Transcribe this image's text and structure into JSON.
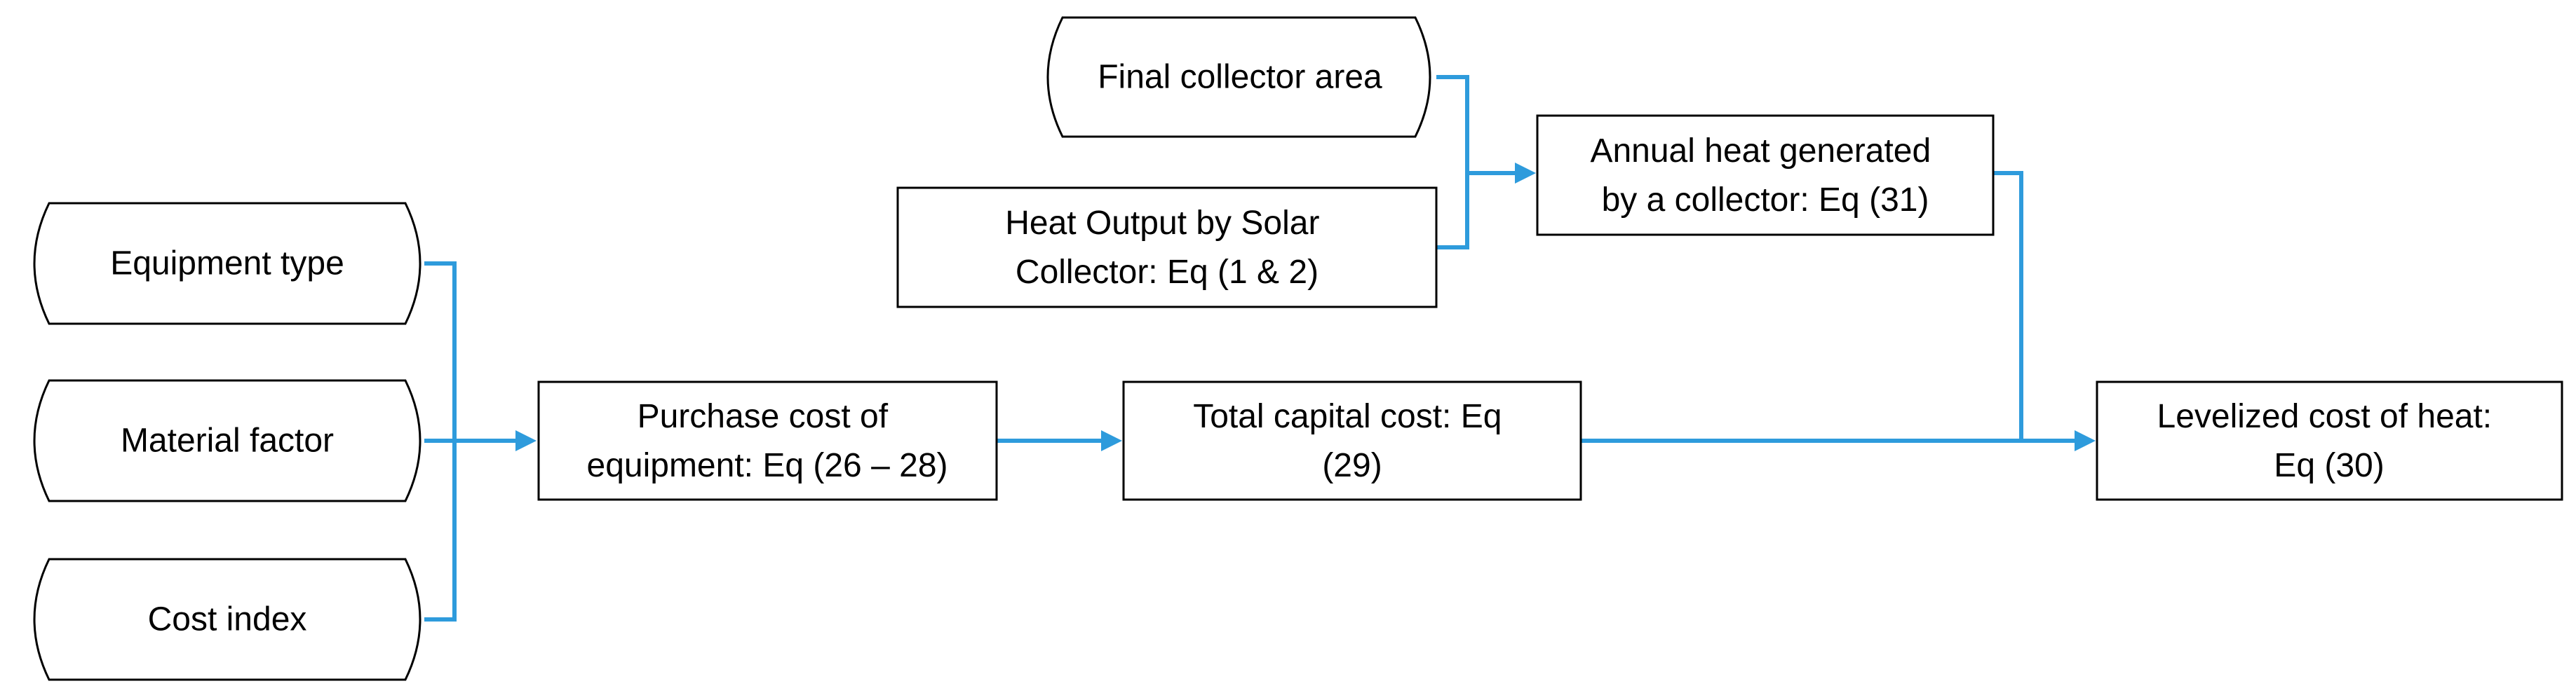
{
  "diagram": {
    "connector_color": "#2E9BDC",
    "nodes": {
      "equipment_type": "Equipment type",
      "material_factor": "Material factor",
      "cost_index": "Cost index",
      "purchase_cost": [
        "Purchase cost of",
        "equipment: Eq (26 – 28)"
      ],
      "total_capital_cost": [
        "Total capital cost: Eq",
        "(29)"
      ],
      "final_collector_area": "Final collector area",
      "heat_output": [
        "Heat Output by Solar",
        "Collector: Eq (1 & 2)"
      ],
      "annual_heat": [
        "Annual heat generated",
        "by a collector: Eq (31)"
      ],
      "levelized_cost": [
        "Levelized cost of heat:",
        "Eq (30)"
      ]
    }
  }
}
